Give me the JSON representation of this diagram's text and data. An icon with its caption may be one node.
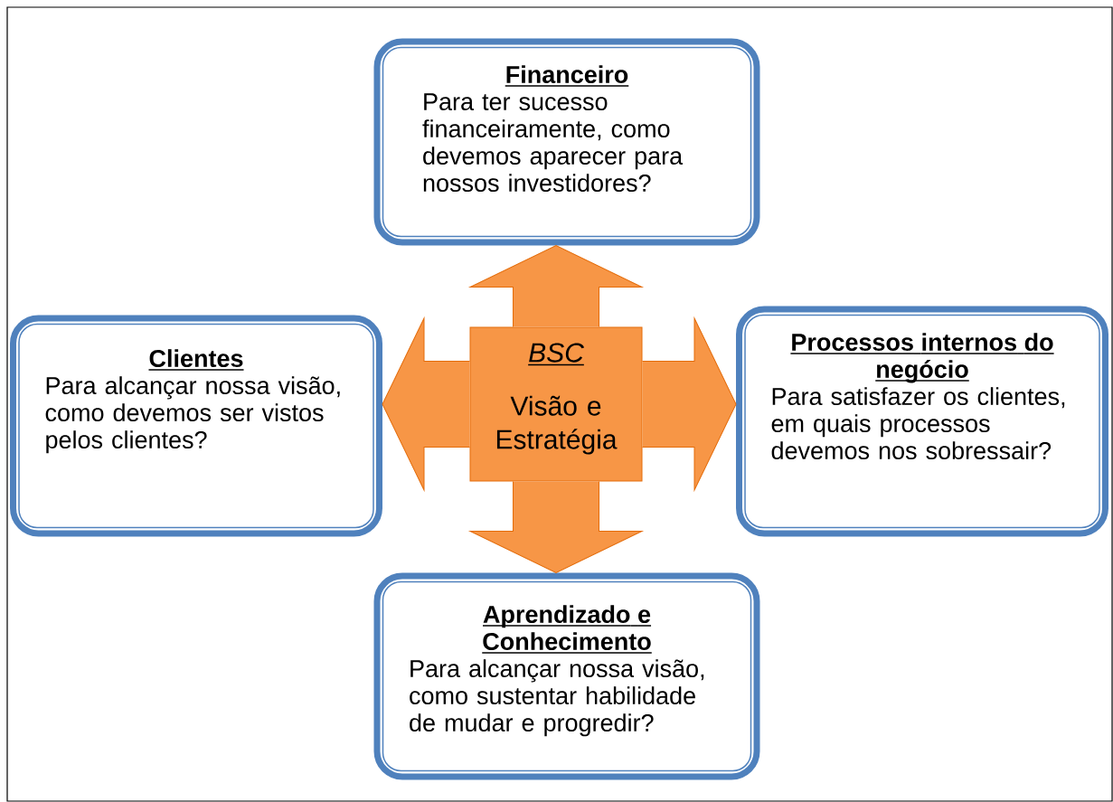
{
  "diagram": {
    "nodes": [
      {
        "text": [
          "Financeiro",
          "Para ter sucesso financeiramente, como devemos aparecer para nossos investidores?"
        ]
      },
      {
        "text": [
          "Clientes",
          "Para alcançar nossa visão, como devemos ser vistos pelos clientes?"
        ]
      },
      {
        "text": [
          "BSC",
          "Visão e Estratégia"
        ]
      },
      {
        "text": [
          "Processos internos do negócio",
          "Para satisfazer os clientes, em quais processos devemos nos sobressair?"
        ]
      },
      {
        "text": [
          "Aprendizado e Conhecimento",
          "Para alcançar nossa visão, como sustentar habilidade de mudar e progredir?"
        ]
      }
    ],
    "edges": [
      {
        "from": 2,
        "to": 0,
        "arrow": "to"
      },
      {
        "from": 2,
        "to": 1,
        "arrow": "to"
      },
      {
        "from": 2,
        "to": 3,
        "arrow": "to"
      },
      {
        "from": 2,
        "to": 4,
        "arrow": "to"
      }
    ]
  }
}
